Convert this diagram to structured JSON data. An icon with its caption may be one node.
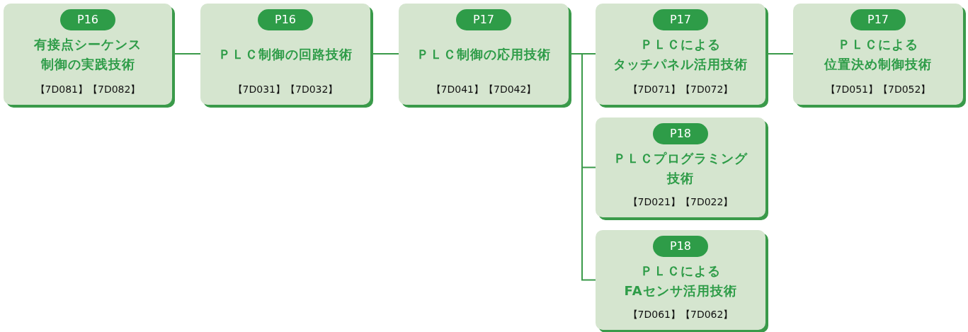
{
  "diagram": {
    "nodes": [
      {
        "text": [
          "P16",
          "有接点シーケンス制御の実践技術",
          "【7D081】【7D082】"
        ]
      },
      {
        "text": [
          "P16",
          "ＰＬＣ制御の回路技術",
          "【7D031】【7D032】"
        ]
      },
      {
        "text": [
          "P17",
          "ＰＬＣ制御の応用技術",
          "【7D041】【7D042】"
        ]
      },
      {
        "text": [
          "P17",
          "ＰＬＣによるタッチパネル活用技術",
          "【7D071】【7D072】"
        ]
      },
      {
        "text": [
          "P17",
          "ＰＬＣによる位置決め制御技術",
          "【7D051】【7D052】"
        ]
      },
      {
        "text": [
          "P18",
          "ＰＬＣプログラミング技術",
          "【7D021】【7D022】"
        ]
      },
      {
        "text": [
          "P18",
          "ＰＬＣによるFAセンサ活用技術",
          "【7D061】【7D062】"
        ]
      }
    ],
    "edges": [
      {
        "from": 0,
        "to": 1,
        "arrow": "none"
      },
      {
        "from": 1,
        "to": 2,
        "arrow": "none"
      },
      {
        "from": 2,
        "to": 3,
        "arrow": "none"
      },
      {
        "from": 3,
        "to": 4,
        "arrow": "none"
      },
      {
        "from": 2,
        "to": 5,
        "arrow": "none"
      },
      {
        "from": 2,
        "to": 6,
        "arrow": "none"
      }
    ]
  }
}
